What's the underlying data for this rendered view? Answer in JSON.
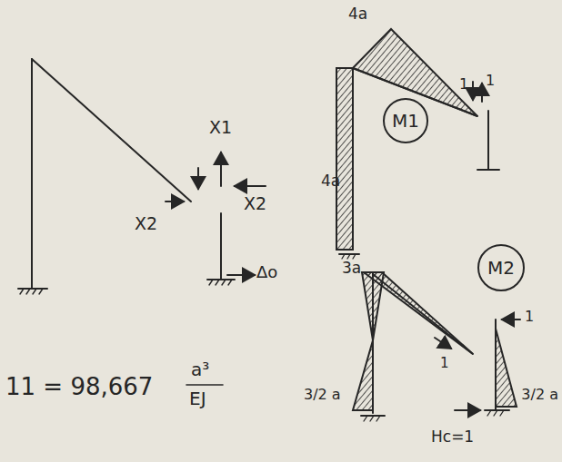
{
  "diagram": {
    "nodes": [
      {
        "text": [
          "M1"
        ]
      },
      {
        "text": [
          "M2"
        ]
      }
    ],
    "labels": [
      "X1",
      "X2",
      "X2",
      "Δo",
      "4a",
      "4a",
      "1",
      "1",
      "3a",
      "3/2 a",
      "3/2 a",
      "1",
      "1",
      "Hc=1",
      "11 = 98,667",
      "a³",
      "EJ"
    ]
  }
}
